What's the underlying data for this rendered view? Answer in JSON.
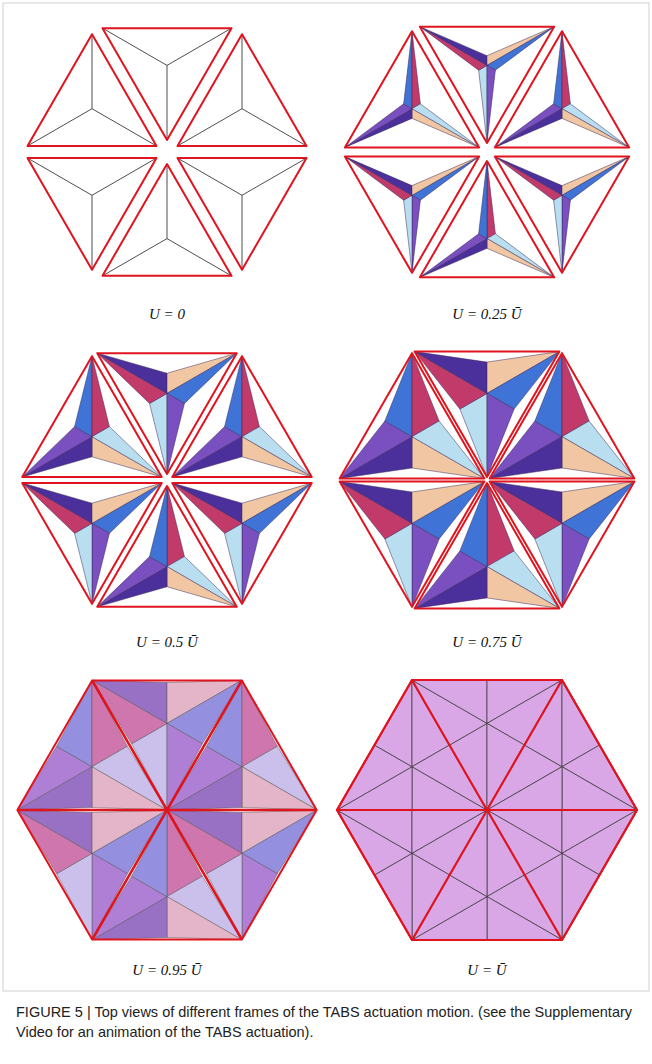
{
  "diagram": {
    "caption": "FIGURE 5 | Top views of different frames of the TABS actuation motion. (see the Supplementary Video for an animation of the TABS actuation).",
    "labels": [
      "U = 0",
      "U = 0.25 Ū",
      "U = 0.5 Ū",
      "U = 0.75 Ū",
      "U = 0.95 Ū",
      "U = Ū"
    ]
  }
}
